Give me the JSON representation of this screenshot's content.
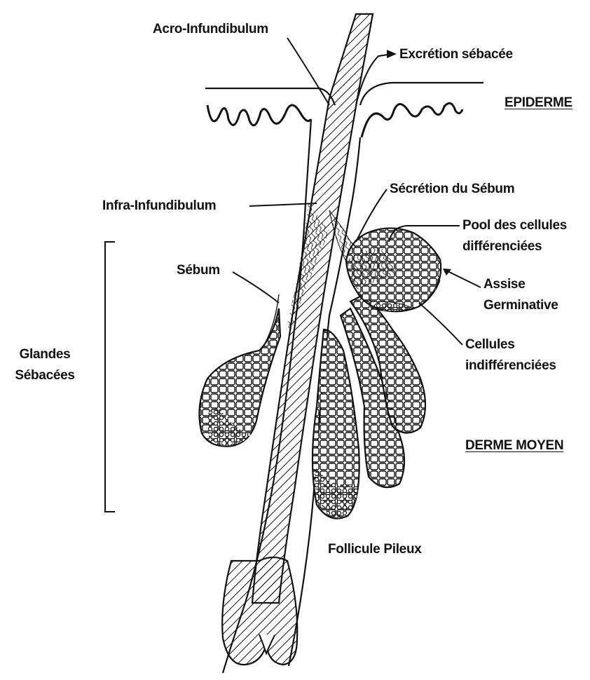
{
  "diagram": {
    "labels": {
      "acro_infundibulum": "Acro-Infundibulum",
      "excretion_sebacee": "Excrétion sébacée",
      "epiderme": "EPIDERME",
      "infra_infundibulum": "Infra-Infundibulum",
      "secretion_sebum": "Sécrétion du Sébum",
      "pool_line1": "Pool des cellules",
      "pool_line2": "différenciées",
      "assise_line1": "Assise",
      "assise_line2": "Germinative",
      "sebum": "Sébum",
      "cellules_line1": "Cellules",
      "cellules_line2": "indifférenciées",
      "glandes_line1": "Glandes",
      "glandes_line2": "Sébacées",
      "derme_moyen": "DERME MOYEN",
      "follicule_pileux": "Follicule Pileux"
    },
    "colors": {
      "ink": "#111111",
      "paper": "#ffffff"
    }
  }
}
